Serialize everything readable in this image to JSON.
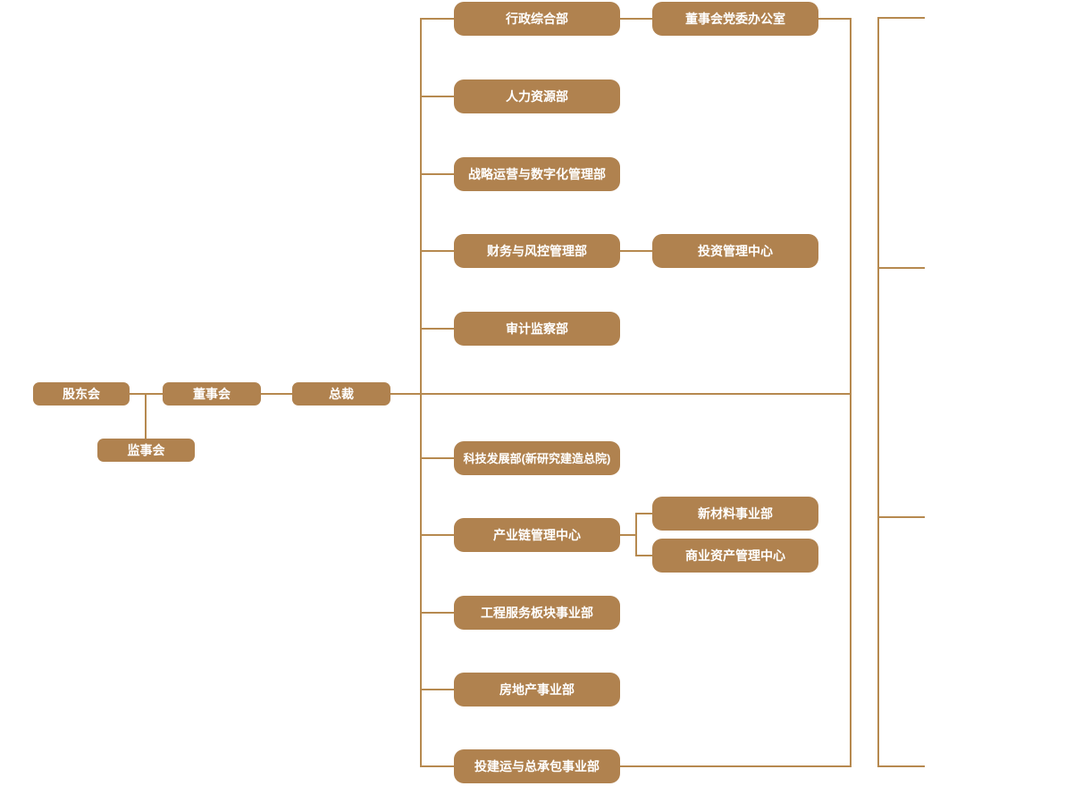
{
  "diagram": {
    "type": "organization-chart",
    "nodes": {
      "shareholders": "股东会",
      "supervisory_board": "监事会",
      "board_of_directors": "董事会",
      "president": "总裁",
      "admin_general": "行政综合部",
      "board_party_office": "董事会党委办公室",
      "human_resources": "人力资源部",
      "strategy_digital": "战略运营与数字化管理部",
      "finance_risk": "财务与风控管理部",
      "investment_center": "投资管理中心",
      "audit_supervision": "审计监察部",
      "tech_development": "科技发展部(新研究建造总院)",
      "industry_chain": "产业链管理中心",
      "new_materials": "新材料事业部",
      "commercial_assets": "商业资产管理中心",
      "engineering_services": "工程服务板块事业部",
      "real_estate": "房地产事业部",
      "investment_epc": "投建运与总承包事业部"
    },
    "hierarchy": [
      {
        "parent": "股东会",
        "children": [
          "董事会",
          "监事会"
        ]
      },
      {
        "parent": "董事会",
        "children": [
          "总裁"
        ]
      },
      {
        "parent": "总裁",
        "children": [
          "行政综合部",
          "人力资源部",
          "战略运营与数字化管理部",
          "财务与风控管理部",
          "审计监察部",
          "科技发展部(新研究建造总院)",
          "产业链管理中心",
          "工程服务板块事业部",
          "房地产事业部",
          "投建运与总承包事业部"
        ]
      },
      {
        "parent": "行政综合部",
        "children": [
          "董事会党委办公室"
        ]
      },
      {
        "parent": "财务与风控管理部",
        "children": [
          "投资管理中心"
        ]
      },
      {
        "parent": "产业链管理中心",
        "children": [
          "新材料事业部",
          "商业资产管理中心"
        ]
      }
    ]
  },
  "colors": {
    "node_fill": "#b0824f",
    "connector": "#b6894f",
    "node_text": "#ffffff",
    "background": "#ffffff"
  }
}
